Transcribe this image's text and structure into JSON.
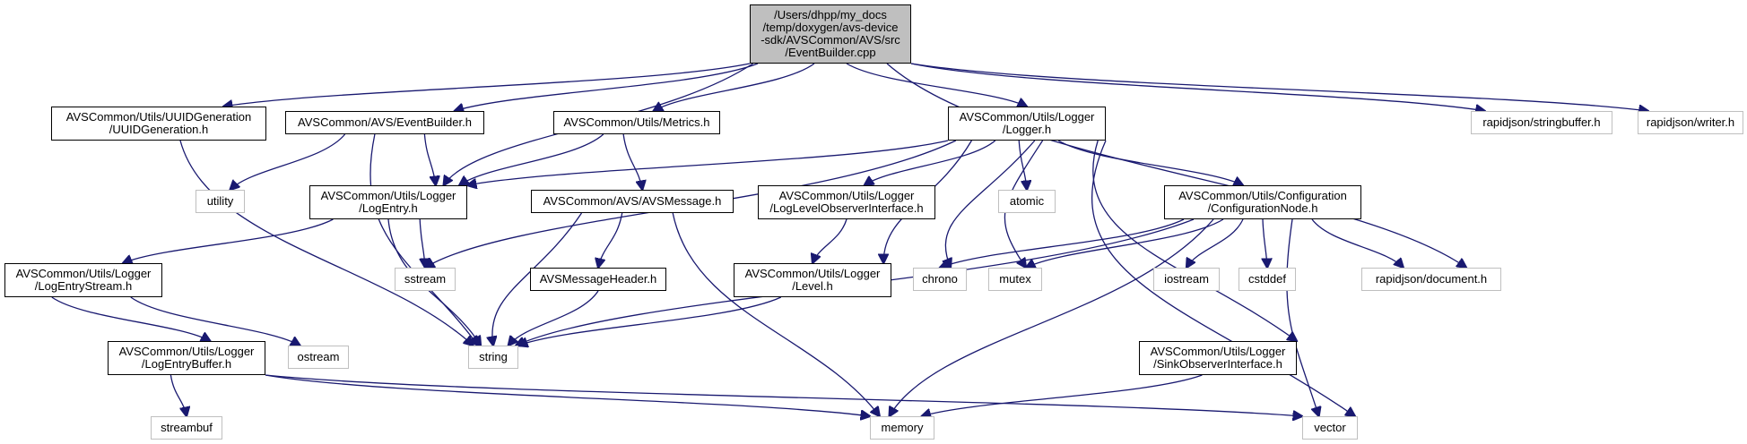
{
  "colors": {
    "edge": "#191970",
    "root_fill": "#bfbfbf",
    "local_border": "#000000",
    "system_border": "#bfbfbf"
  },
  "nodes": {
    "root": "/Users/dhpp/my_docs\n/temp/doxygen/avs-device\n-sdk/AVSCommon/AVS/src\n/EventBuilder.cpp",
    "uuid": "AVSCommon/Utils/UUIDGeneration\n/UUIDGeneration.h",
    "eventbuilder_h": "AVSCommon/AVS/EventBuilder.h",
    "metrics": "AVSCommon/Utils/Metrics.h",
    "logger_h": "AVSCommon/Utils/Logger\n/Logger.h",
    "stringbuffer": "rapidjson/stringbuffer.h",
    "writer": "rapidjson/writer.h",
    "utility": "utility",
    "logentry": "AVSCommon/Utils/Logger\n/LogEntry.h",
    "avsmessage": "AVSCommon/AVS/AVSMessage.h",
    "loglevelobs": "AVSCommon/Utils/Logger\n/LogLevelObserverInterface.h",
    "atomic": "atomic",
    "confignode": "AVSCommon/Utils/Configuration\n/ConfigurationNode.h",
    "logentrystream": "AVSCommon/Utils/Logger\n/LogEntryStream.h",
    "sstream": "sstream",
    "avsmsgheader": "AVSMessageHeader.h",
    "level": "AVSCommon/Utils/Logger\n/Level.h",
    "chrono": "chrono",
    "mutex": "mutex",
    "iostream": "iostream",
    "cstddef": "cstddef",
    "document": "rapidjson/document.h",
    "logentrybuffer": "AVSCommon/Utils/Logger\n/LogEntryBuffer.h",
    "ostream": "ostream",
    "string": "string",
    "sinkobs": "AVSCommon/Utils/Logger\n/SinkObserverInterface.h",
    "streambuf": "streambuf",
    "memory": "memory",
    "vector": "vector"
  }
}
